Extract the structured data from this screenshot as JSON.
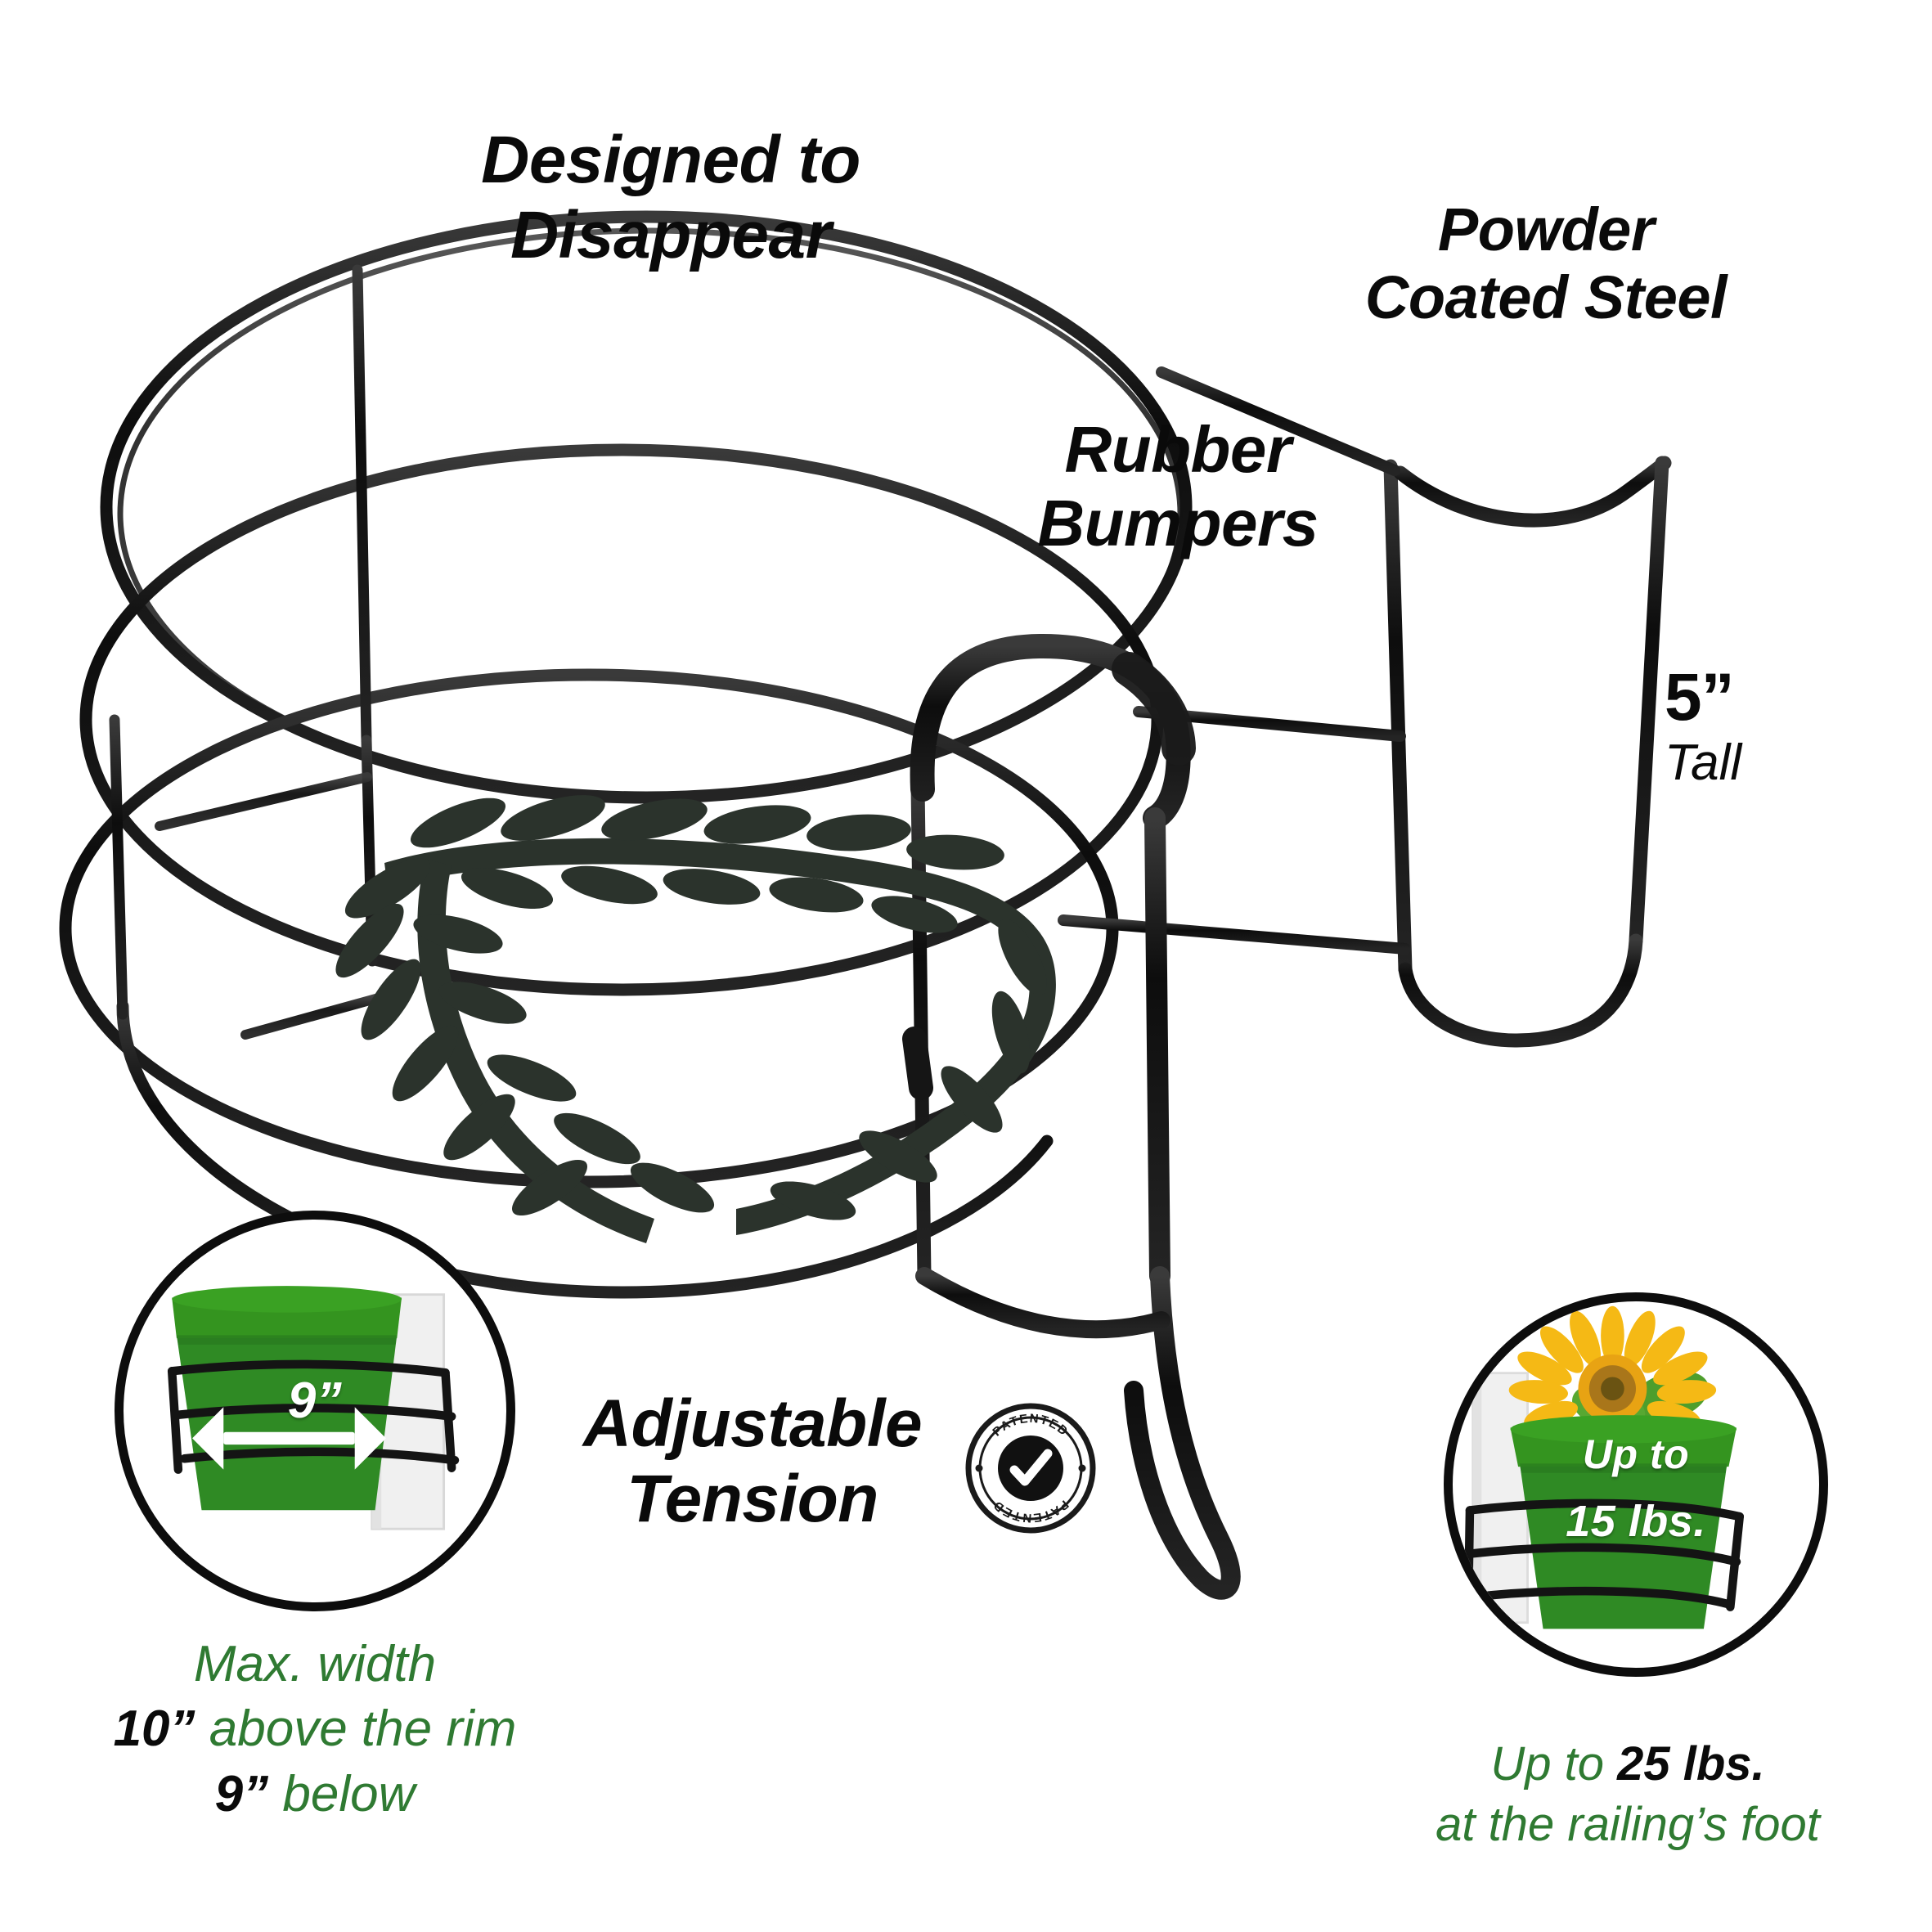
{
  "product": {
    "description": "Black powder-coated steel railing planter stand with stacked elliptical wire rings, a curved railing bracket and a decorative leafy vine overlay",
    "wire_color": "#121212",
    "vine_color": "#2b332c",
    "background": "#ffffff"
  },
  "callouts": {
    "designed": "Designed to\nDisappear",
    "powder": "Powder\nCoated Steel",
    "rubber": "Rubber\nBumpers",
    "adjustable": "Adjustable\nTension",
    "height_value": "5”",
    "height_unit": "Tall"
  },
  "badge": {
    "top_text": "PATENTED",
    "bottom_text": "PATENTED",
    "icon": "checkmark",
    "color": "#1a1a1a"
  },
  "insets": {
    "width": {
      "value": "9”",
      "arrow": "double-headed-horizontal-arrow",
      "pot_color": "#2f8a24",
      "caption_line1": "Max. width",
      "caption_line2_value": "10”",
      "caption_line2_text": "above the rim",
      "caption_line3_value": "9”",
      "caption_line3_text": "below"
    },
    "weight": {
      "line1": "Up to",
      "line2": "15 lbs.",
      "pot_color": "#2f8a24",
      "flower": "sunflower",
      "caption_prefix": "Up to",
      "caption_value": "25 lbs.",
      "caption_suffix": "at the railing’s foot"
    }
  },
  "colors": {
    "green_text": "#2f7a32",
    "black_text": "#0a0a0a",
    "pot_green": "#2f8a24",
    "sunflower_yellow": "#f5b915",
    "sunflower_center": "#8a6a1a"
  }
}
